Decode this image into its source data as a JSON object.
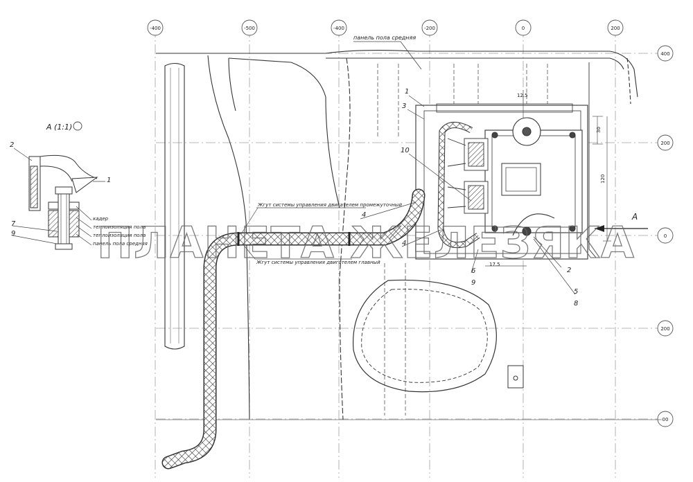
{
  "watermark": "ПЛАНЕТА ЖЕЛЕЗЯКА",
  "view": {
    "title": "А (1:1)",
    "arrow_label": "А"
  },
  "top_grid_labels": [
    "-400",
    "-500",
    "-400",
    "-200",
    "0",
    "200"
  ],
  "right_grid_labels": [
    "400",
    "200",
    "0",
    "200",
    "00"
  ],
  "section_labels": [
    "кадер",
    "теплоизоляция пола",
    "теплоизоляция пола",
    "панель пола средняя"
  ],
  "section_numbers": [
    "2",
    "1",
    "7",
    "9"
  ],
  "panel_label": "панель пола средняя",
  "harness_label_top": "Жгут системы управления двигателем промежуточный",
  "harness_label_bottom": "Жгут системы управления двигателем главный",
  "callouts": [
    "1",
    "3",
    "10",
    "4",
    "4",
    "6",
    "9",
    "2",
    "5",
    "8"
  ],
  "dimensions": [
    "12.5",
    "30",
    "120",
    "17.5"
  ],
  "colors": {
    "line": "#2a2a2a",
    "thin": "#555555",
    "grid": "#9a9a9a",
    "hatch": "#444444"
  }
}
